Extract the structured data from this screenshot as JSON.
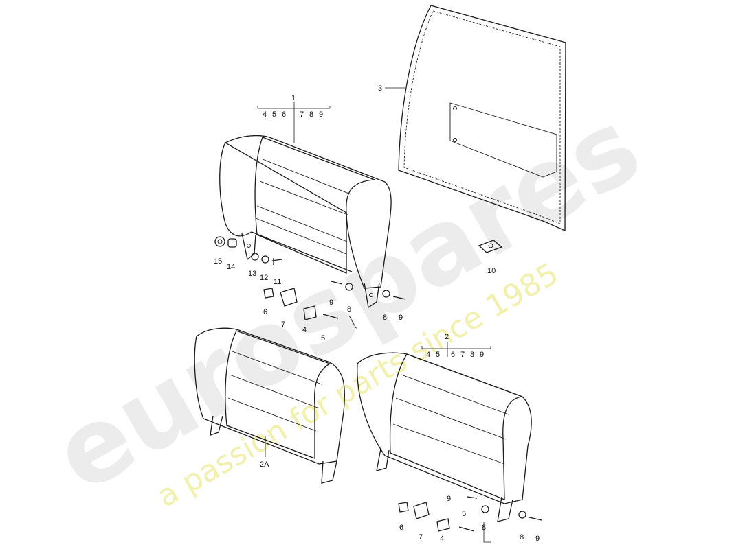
{
  "watermark": {
    "brand": "eurospares",
    "tagline": "a passion for parts since 1985",
    "brand_color": "#cfcfcf",
    "tagline_color": "#e2e06a"
  },
  "callouts": {
    "group1": {
      "label": "1",
      "subs": [
        "4",
        "5",
        "6",
        "7",
        "8",
        "9"
      ]
    },
    "group2": {
      "label": "2",
      "subs": [
        "4",
        "5",
        "6",
        "7",
        "8",
        "9"
      ]
    },
    "backrest_variant": "2A",
    "panel": "3",
    "upper": [
      "15",
      "14",
      "13",
      "12",
      "11",
      "6",
      "7",
      "4",
      "5",
      "9",
      "8",
      "8",
      "9",
      "10"
    ],
    "lower": [
      "6",
      "7",
      "4",
      "5",
      "9",
      "8",
      "8",
      "9"
    ]
  }
}
